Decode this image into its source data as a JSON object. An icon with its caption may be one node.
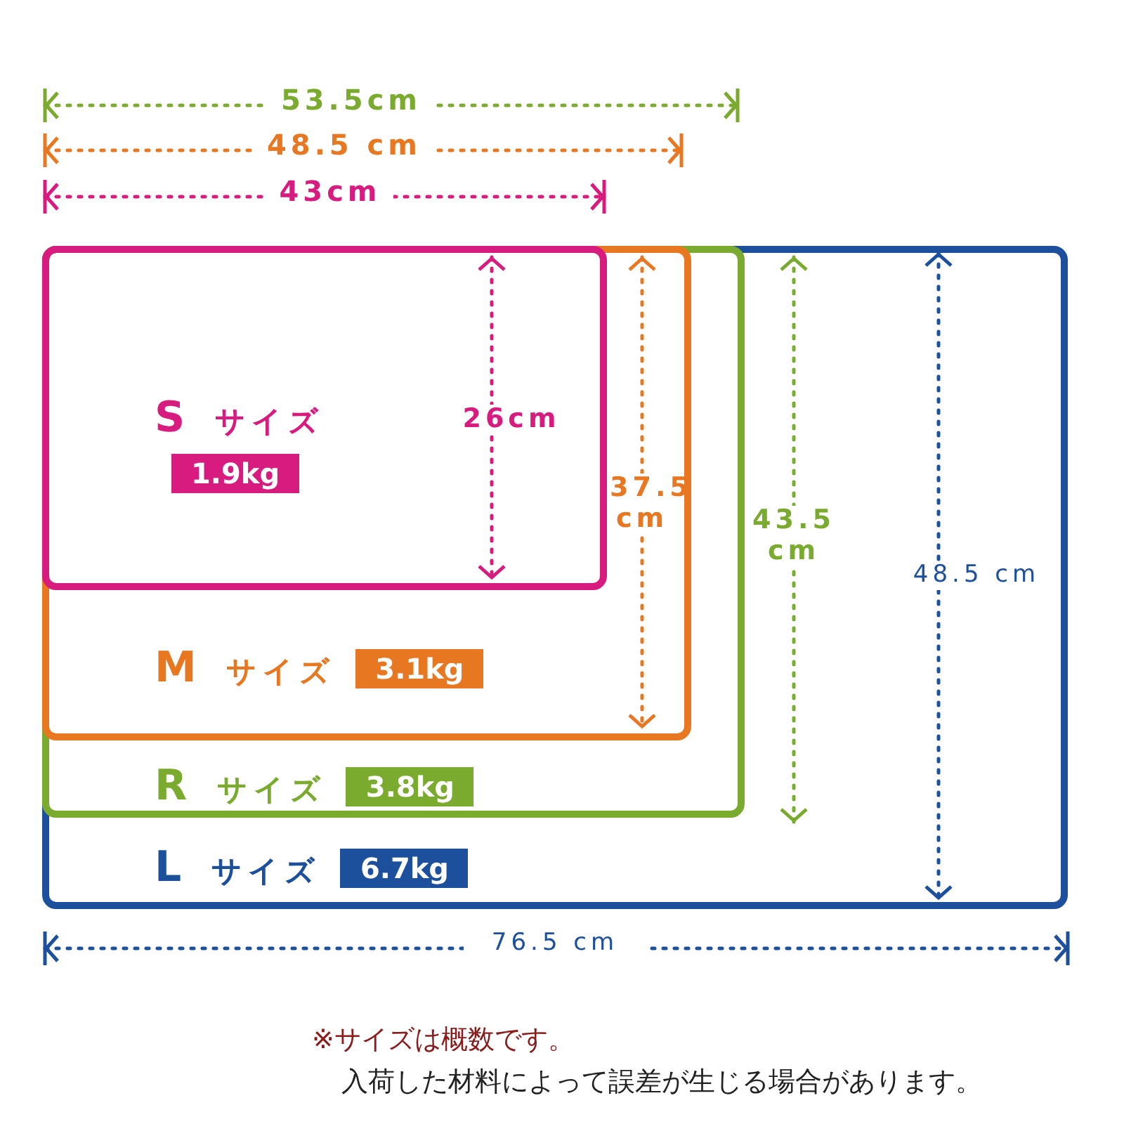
{
  "diagram": {
    "nodes": [
      {
        "text": [
          "L サイズ",
          "6.7kg"
        ]
      },
      {
        "text": [
          "R サイズ",
          "3.8kg"
        ],
        "in": 0
      },
      {
        "text": [
          "M サイズ",
          "3.1kg"
        ],
        "in": 1
      },
      {
        "text": [
          "S サイズ",
          "1.9kg"
        ],
        "in": 2
      }
    ],
    "labels": [
      "53.5cm",
      "48.5 cm",
      "43cm",
      "26cm",
      "37.5 cm",
      "43.5 cm",
      "48.5 cm",
      "76.5 cm",
      "※サイズは概数です。",
      "入荷した材料によって誤差が生じる場合があります。"
    ]
  }
}
